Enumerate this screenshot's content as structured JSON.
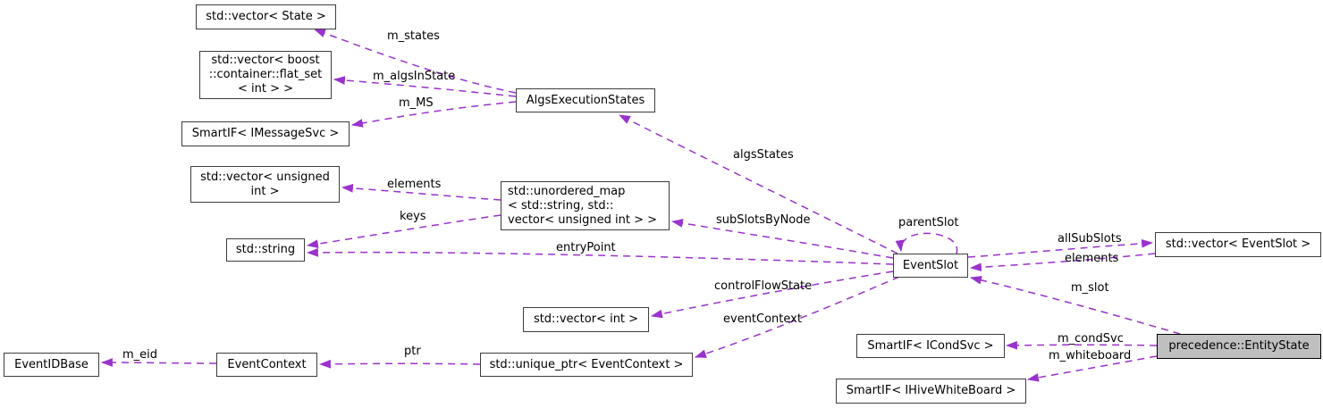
{
  "diagram": {
    "kind": "collaboration-graph",
    "highlighted_node": "precedence::EntityState",
    "colors": {
      "edge": "#9a32cd",
      "node_border": "#3d3d3d",
      "node_fill": "#ffffff",
      "highlight_fill": "#bfbfbf",
      "text": "#000000",
      "background": "#ffffff"
    },
    "nodes": [
      {
        "id": "vector-state",
        "label": "std::vector< State >"
      },
      {
        "id": "vector-flatset",
        "label": "std::vector< boost\n::container::flat_set\n< int > >"
      },
      {
        "id": "smartif-imessagesvc",
        "label": "SmartIF< IMessageSvc >"
      },
      {
        "id": "algs-execution-states",
        "label": "AlgsExecutionStates"
      },
      {
        "id": "vector-unsigned-int",
        "label": "std::vector< unsigned\nint >"
      },
      {
        "id": "unordered-map",
        "label": "std::unordered_map\n< std::string, std::\nvector< unsigned int > >"
      },
      {
        "id": "std-string",
        "label": "std::string"
      },
      {
        "id": "event-slot",
        "label": "EventSlot"
      },
      {
        "id": "vector-eventslot",
        "label": "std::vector< EventSlot >"
      },
      {
        "id": "precedence-entitystate",
        "label": "precedence::EntityState"
      },
      {
        "id": "smartif-icondsvc",
        "label": "SmartIF< ICondSvc >"
      },
      {
        "id": "smartif-ihivewhiteboard",
        "label": "SmartIF< IHiveWhiteBoard >"
      },
      {
        "id": "vector-int",
        "label": "std::vector< int >"
      },
      {
        "id": "unique-ptr-eventcontext",
        "label": "std::unique_ptr< EventContext >"
      },
      {
        "id": "event-context",
        "label": "EventContext"
      },
      {
        "id": "event-idbase",
        "label": "EventIDBase"
      }
    ],
    "edges": [
      {
        "from": "AlgsExecutionStates",
        "to": "std::vector< State >",
        "label": "m_states"
      },
      {
        "from": "AlgsExecutionStates",
        "to": "std::vector< boost::container::flat_set< int > >",
        "label": "m_algsInState"
      },
      {
        "from": "AlgsExecutionStates",
        "to": "SmartIF< IMessageSvc >",
        "label": "m_MS"
      },
      {
        "from": "EventSlot",
        "to": "AlgsExecutionStates",
        "label": "algsStates"
      },
      {
        "from": "std::unordered_map< std::string, std::vector< unsigned int > >",
        "to": "std::vector< unsigned int >",
        "label": "elements"
      },
      {
        "from": "std::unordered_map< std::string, std::vector< unsigned int > >",
        "to": "std::string",
        "label": "keys"
      },
      {
        "from": "EventSlot",
        "to": "std::unordered_map< std::string, std::vector< unsigned int > >",
        "label": "subSlotsByNode"
      },
      {
        "from": "EventSlot",
        "to": "std::string",
        "label": "entryPoint"
      },
      {
        "from": "EventSlot",
        "to": "std::vector< int >",
        "label": "controlFlowState"
      },
      {
        "from": "EventSlot",
        "to": "std::unique_ptr< EventContext >",
        "label": "eventContext"
      },
      {
        "from": "EventSlot",
        "to": "EventSlot",
        "label": "parentSlot"
      },
      {
        "from": "EventSlot",
        "to": "std::vector< EventSlot >",
        "label": "allSubSlots"
      },
      {
        "from": "std::vector< EventSlot >",
        "to": "EventSlot",
        "label": "elements"
      },
      {
        "from": "precedence::EntityState",
        "to": "EventSlot",
        "label": "m_slot"
      },
      {
        "from": "precedence::EntityState",
        "to": "SmartIF< ICondSvc >",
        "label": "m_condSvc"
      },
      {
        "from": "precedence::EntityState",
        "to": "SmartIF< IHiveWhiteBoard >",
        "label": "m_whiteboard"
      },
      {
        "from": "std::unique_ptr< EventContext >",
        "to": "EventContext",
        "label": "ptr"
      },
      {
        "from": "EventContext",
        "to": "EventIDBase",
        "label": "m_eid"
      }
    ]
  }
}
